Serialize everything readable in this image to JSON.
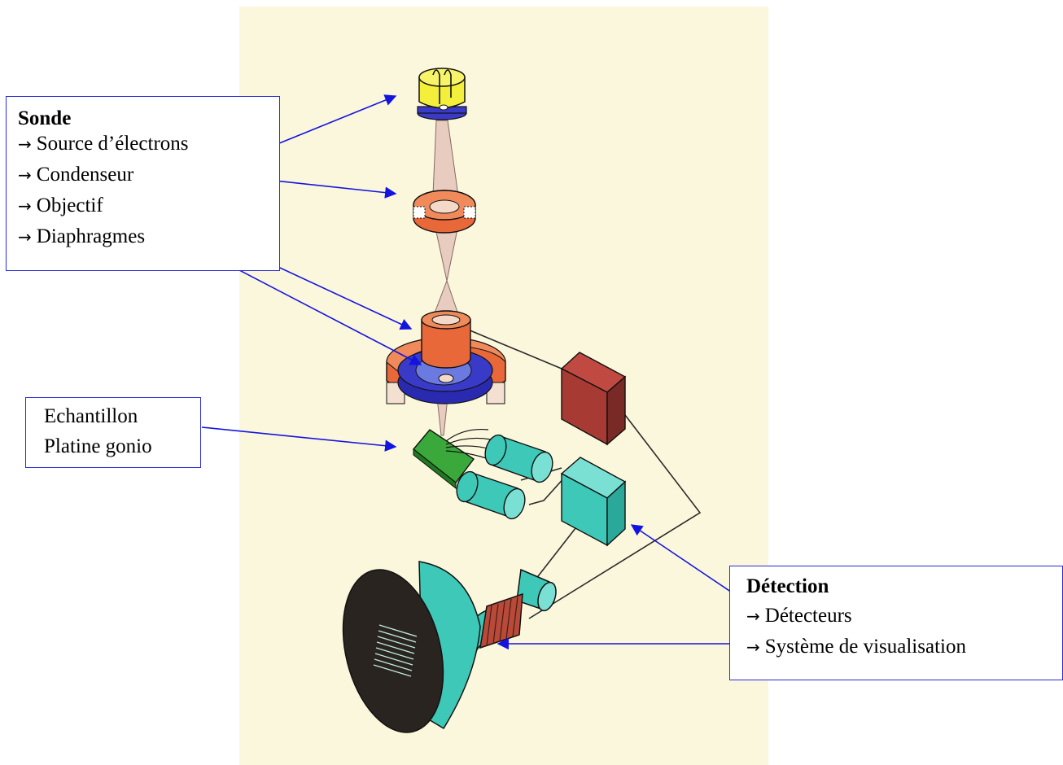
{
  "colors": {
    "panel_background": "#fbf7dc",
    "pointer_arrow_blue": "#1414e0",
    "pointer_arrow_green": "#1a7a1a",
    "filament_yellow": "#f4ef3a",
    "wehnelt_blue": "#3a3ac8",
    "lens_orange": "#e8683a",
    "sample_green": "#3aa83a",
    "detector_cyan": "#3ec8b8",
    "amplifier_brown": "#a83a34",
    "screen_dark": "#2a2420"
  },
  "sonde": {
    "title": "Sonde",
    "items": [
      "Source d’électrons",
      "Condenseur",
      "Objectif",
      "Diaphragmes"
    ]
  },
  "echantillon": {
    "lines": [
      "Echantillon",
      "Platine gonio"
    ]
  },
  "detection": {
    "title": "Détection",
    "items": [
      "Détecteurs",
      "Système de visualisation"
    ]
  },
  "arrow_glyph": "→"
}
